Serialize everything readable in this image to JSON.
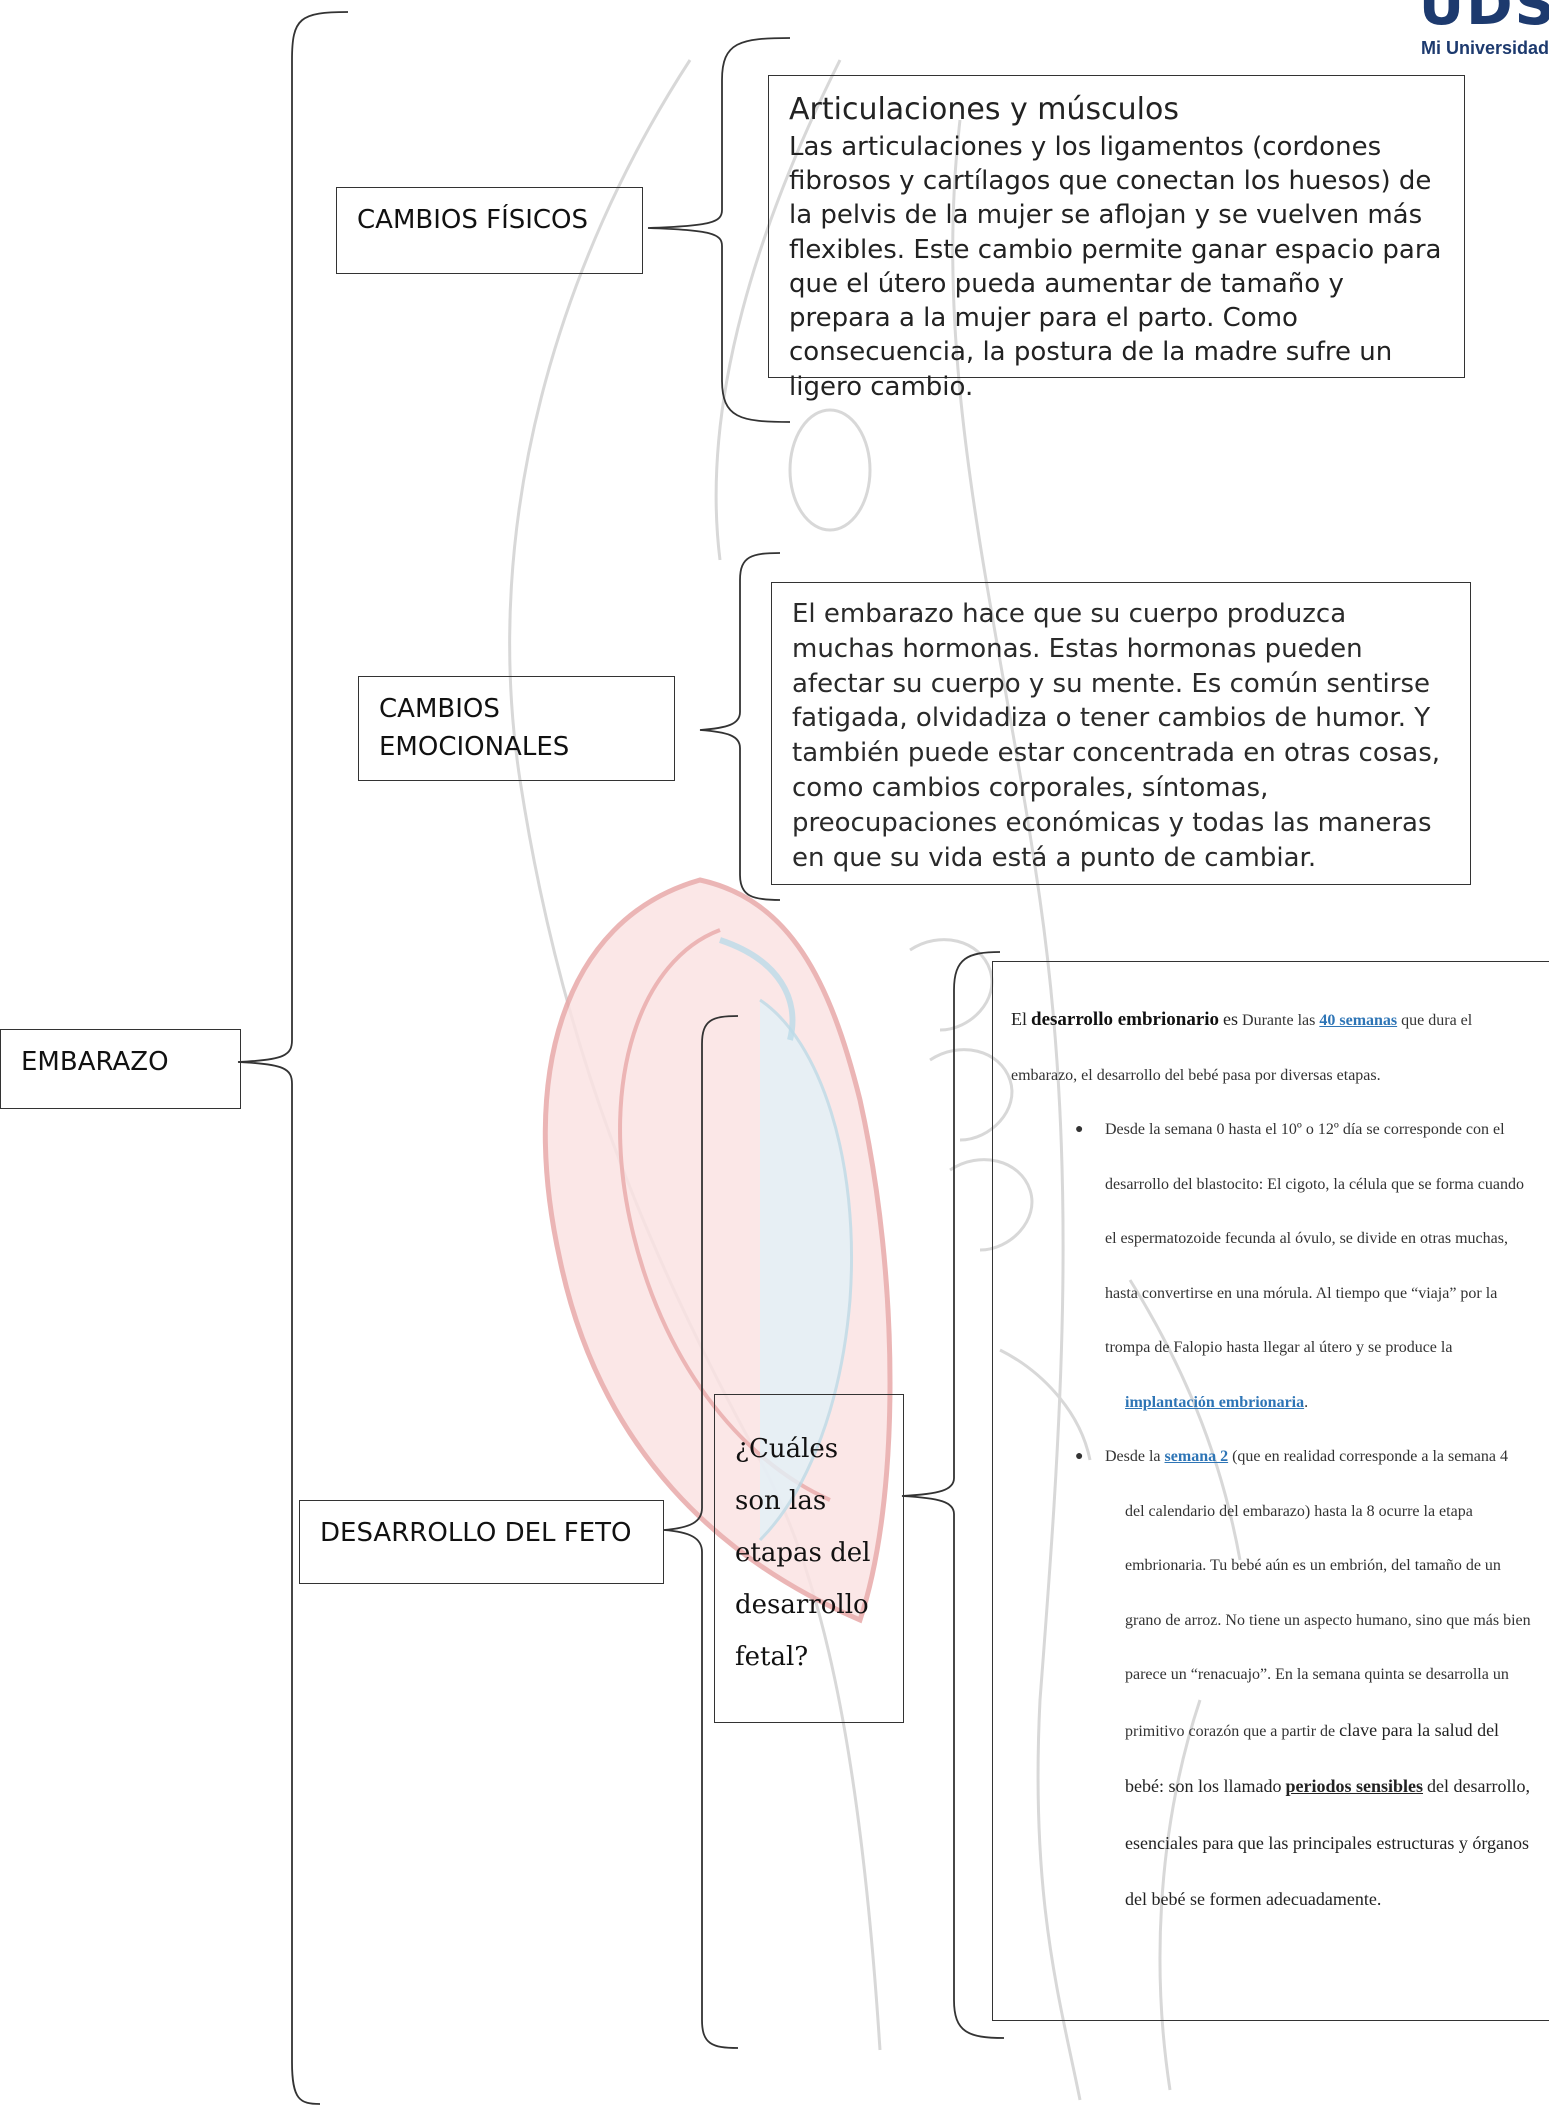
{
  "logo": {
    "brand": "UDS",
    "tagline": "Mi Universidad"
  },
  "root": {
    "label": "EMBARAZO"
  },
  "branches": {
    "fisicos": {
      "label": "CAMBIOS FÍSICOS",
      "title": "Articulaciones y músculos",
      "text": "Las articulaciones y los ligamentos (cordones fibrosos y cartílagos que conectan los huesos) de la pelvis de la mujer se aflojan y se vuelven más flexibles. Este cambio permite ganar espacio para que el útero pueda aumentar de tamaño y prepara a la mujer para el parto. Como consecuencia, la postura de la madre sufre un ligero cambio."
    },
    "emocionales": {
      "label": "CAMBIOS EMOCIONALES",
      "text": "El embarazo hace que su cuerpo produzca muchas hormonas. Estas hormonas pueden afectar su cuerpo y su mente. Es común sentirse fatigada, olvidadiza o tener cambios de humor. Y también puede estar concentrada en otras cosas, como cambios corporales, síntomas, preocupaciones económicas y todas las maneras en que su vida está a punto de cambiar."
    },
    "feto": {
      "label": "DESARROLLO DEL FETO",
      "question": "¿Cuáles son las etapas del desarrollo fetal?",
      "intro": {
        "t1": "El",
        "bold": "desarrollo embrionario",
        "t2": "es",
        "t3": "Durante las",
        "link": "40 semanas",
        "t4": "que dura el embarazo, el desarrollo del bebé pasa por diversas etapas."
      },
      "item1": {
        "text": "Desde la semana 0 hasta el 10º o 12º día se corresponde con el desarrollo del blastocito: El cigoto, la célula que se forma cuando el espermatozoide fecunda al óvulo, se divide en otras muchas, hasta convertirse en una mórula.  Al tiempo que “viaja” por la trompa de Falopio hasta llegar al útero y se produce la",
        "link": "implantación embrionaria",
        "end": "."
      },
      "item2": {
        "t1": "Desde la",
        "link": "semana 2",
        "t2": "(que en realidad corresponde a la semana 4 del calendario del embarazo) hasta la 8 ocurre la etapa embrionaria. Tu bebé aún es un embrión, del tamaño de un grano de arroz. No tiene un aspecto humano, sino que más bien parece un “renacuajo”. En la semana quinta se desarrolla un primitivo corazón que a partir de",
        "t3": "clave para la salud del bebé: son los llamado",
        "link2": "periodos sensibles",
        "t4": "del desarrollo, esenciales para que las principales estructuras y órganos del bebé se formen adecuadamente."
      }
    }
  },
  "colors": {
    "border": "#333333",
    "link": "#2e75b6",
    "brand": "#1d3a6e"
  }
}
